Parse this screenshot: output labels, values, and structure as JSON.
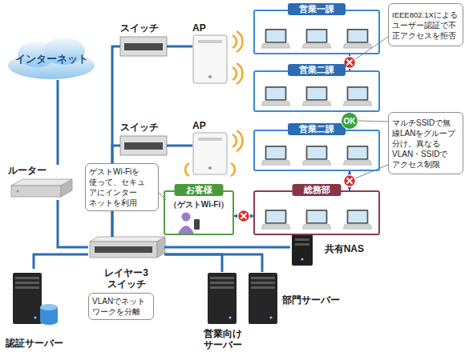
{
  "diagram": {
    "nodes": [
      {
        "text": [
          "インターネット"
        ]
      },
      {
        "text": [
          "スイッチ"
        ]
      },
      {
        "text": [
          "AP"
        ]
      },
      {
        "text": [
          "営業一課"
        ]
      },
      {
        "text": [
          "IEEE802.1Xによる ユーザー認証で不 正アクセスを拒否"
        ]
      },
      {
        "text": [
          "営業二課"
        ]
      },
      {
        "text": [
          "スイッチ"
        ]
      },
      {
        "text": [
          "AP"
        ]
      },
      {
        "text": [
          "営業二課"
        ]
      },
      {
        "text": [
          "マルチSSIDで無 線LANをグループ 分け。異なる VLAN・SSIDで アクセス制限"
        ]
      },
      {
        "text": [
          "ルーター"
        ]
      },
      {
        "text": [
          "ゲストWi-Fiを 使って、セキュ アにインター ネットを利用"
        ]
      },
      {
        "text": [
          "お客様",
          "（ゲストWi-Fi）"
        ]
      },
      {
        "text": [
          "総務部"
        ]
      },
      {
        "text": [
          "レイヤー3 スイッチ"
        ]
      },
      {
        "text": [
          "共有NAS"
        ]
      },
      {
        "text": [
          "VLANでネット ワークを分離"
        ]
      },
      {
        "text": [
          "認証サーバー"
        ]
      },
      {
        "text": [
          "営業向け サーバー"
        ]
      },
      {
        "text": [
          "部門サーバー"
        ]
      }
    ],
    "edges": [
      {
        "from": 0,
        "to": 10,
        "arrow": "none"
      },
      {
        "from": 10,
        "to": 14,
        "arrow": "none"
      },
      {
        "from": 14,
        "to": 1,
        "arrow": "none"
      },
      {
        "from": 14,
        "to": 6,
        "arrow": "none"
      },
      {
        "from": 1,
        "to": 2,
        "arrow": "none"
      },
      {
        "from": 6,
        "to": 7,
        "arrow": "none"
      },
      {
        "from": 14,
        "to": 15,
        "arrow": "none"
      },
      {
        "from": 14,
        "to": 17,
        "arrow": "none"
      },
      {
        "from": 14,
        "to": 18,
        "arrow": "none"
      },
      {
        "from": 14,
        "to": 19,
        "arrow": "none"
      },
      {
        "from": 3,
        "to": 5,
        "arrow": "both"
      },
      {
        "from": 5,
        "to": 8,
        "arrow": "both",
        "label": "OK"
      },
      {
        "from": 8,
        "to": 13,
        "arrow": "both"
      },
      {
        "from": 12,
        "to": 13,
        "arrow": "both"
      }
    ]
  }
}
